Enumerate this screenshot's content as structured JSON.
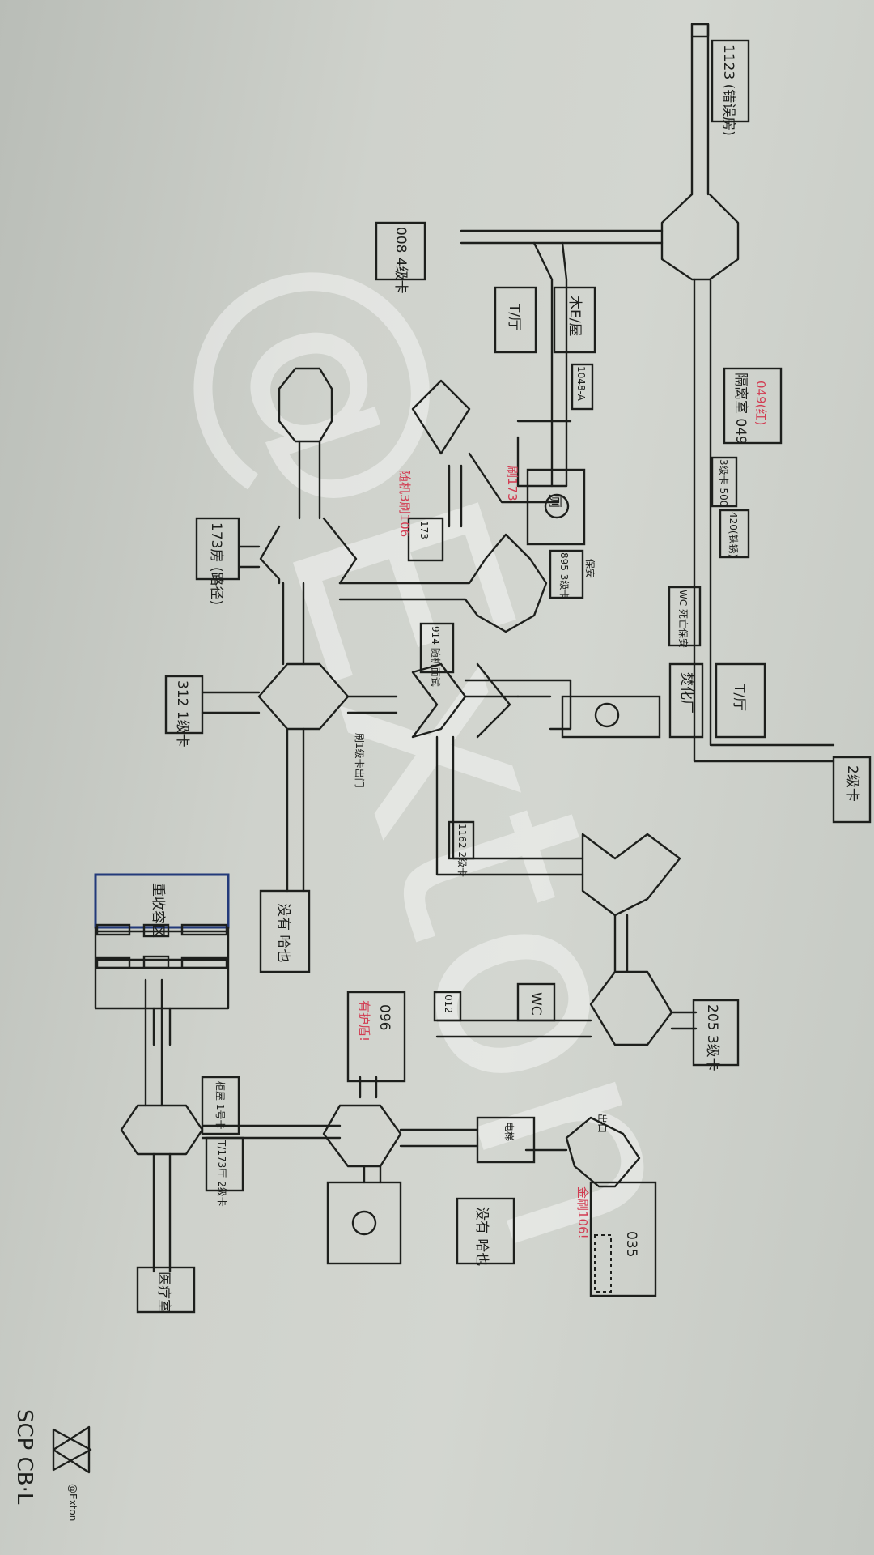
{
  "title": "SCP CB·L",
  "signature": "@Exton",
  "watermark": "@Exton",
  "colors": {
    "ink": "#1d1f1c",
    "red_ink": "#d23c52",
    "blue_ink": "#233a7a",
    "paper": "#cfd2cc"
  },
  "rooms": {
    "r1123": "1123 (错误房)",
    "r008": "008 4级卡",
    "hall_top": "T/厅",
    "wood_room": "木E/屋",
    "r1048": "1048-A",
    "r049": "隔离室 049",
    "r049_note": "049(红)",
    "r500": "3级卡 500",
    "r420": "420(铁锈)",
    "wc_right": "WC 死亡保安",
    "incinerator": "焚化厂",
    "hall_right": "T/厅",
    "card2": "2级卡",
    "r895": "895 3级卡",
    "r895_note": "保安",
    "toilet_room": "厕",
    "r173_box": "173",
    "r173_note": "随机3刷106",
    "r106_note": "刷173",
    "r173": "173房 (路径)",
    "r312": "312 1级卡",
    "r914": "914 随机面试",
    "exit_note": "刷1级卡出门",
    "nothing1": "没有 哈也",
    "r1162": "1162 2级卡",
    "heavy": "重收容区",
    "r096": "096",
    "r096_note": "有护盾!",
    "r012": "012",
    "wc_mid": "WC",
    "r205": "205 3级卡",
    "cabinet": "柜屋 1号卡",
    "hall_173": "T/173厅 2级卡",
    "medical": "医疗室",
    "nothing2": "没有 哈也",
    "r035": "035",
    "r035_note": "金刷106!",
    "elev_note": "电梯",
    "misc_note": "出口"
  }
}
